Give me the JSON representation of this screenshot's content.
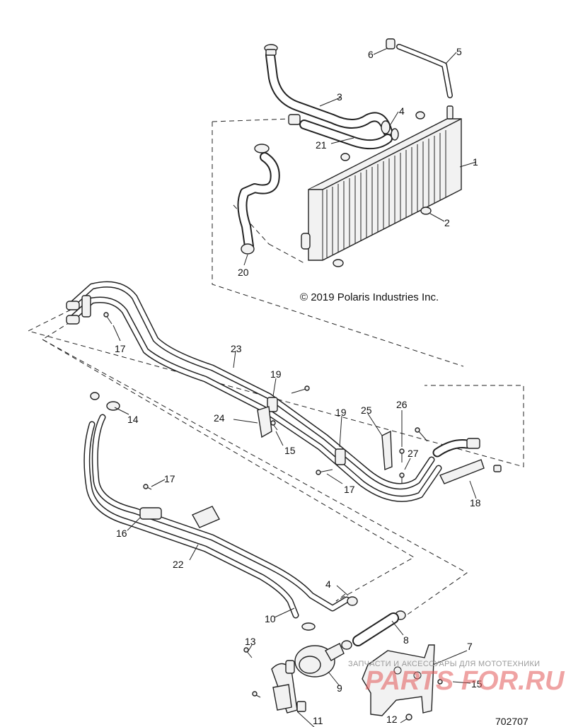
{
  "copyright": "© 2019 Polaris Industries Inc.",
  "catalog_number": "702707",
  "watermark": {
    "tagline": "ЗАПЧАСТИ И АКСЕССУАРЫ ДЛЯ МОТОТЕХНИКИ",
    "brand": "PARTS FOR.RU"
  },
  "callouts": [
    {
      "label": "1"
    },
    {
      "label": "2"
    },
    {
      "label": "3"
    },
    {
      "label": "4"
    },
    {
      "label": "5"
    },
    {
      "label": "6"
    },
    {
      "label": "21"
    },
    {
      "label": "20"
    },
    {
      "label": "17"
    },
    {
      "label": "23"
    },
    {
      "label": "19"
    },
    {
      "label": "26"
    },
    {
      "label": "25"
    },
    {
      "label": "24"
    },
    {
      "label": "19"
    },
    {
      "label": "27"
    },
    {
      "label": "14"
    },
    {
      "label": "15"
    },
    {
      "label": "18"
    },
    {
      "label": "17"
    },
    {
      "label": "17"
    },
    {
      "label": "16"
    },
    {
      "label": "22"
    },
    {
      "label": "4"
    },
    {
      "label": "10"
    },
    {
      "label": "8"
    },
    {
      "label": "13"
    },
    {
      "label": "7"
    },
    {
      "label": "9"
    },
    {
      "label": "15"
    },
    {
      "label": "11"
    },
    {
      "label": "12"
    }
  ]
}
